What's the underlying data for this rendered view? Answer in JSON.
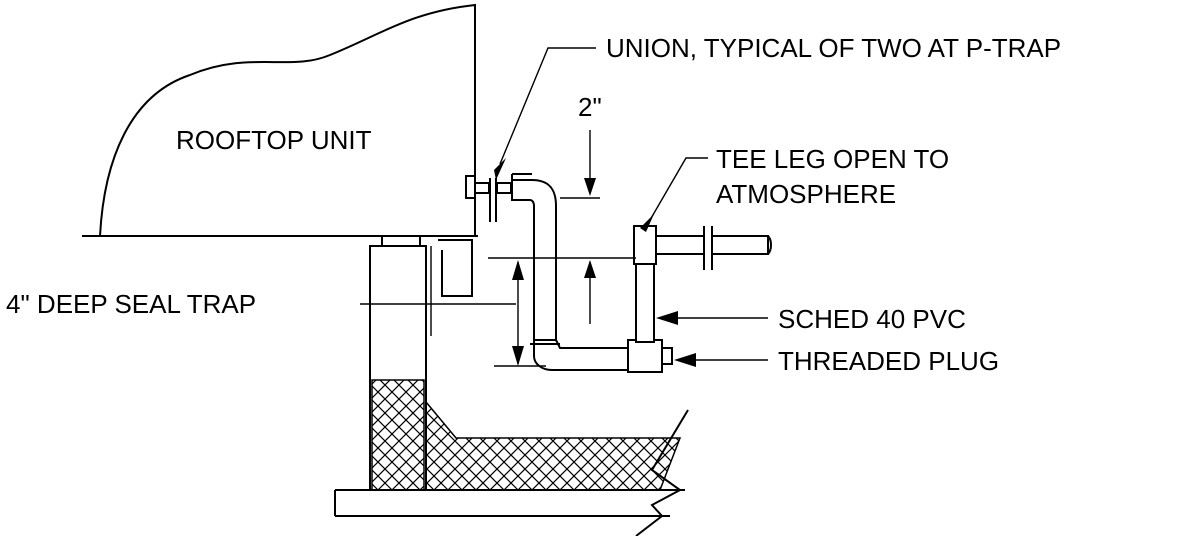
{
  "labels": {
    "rooftop_unit": "ROOFTOP UNIT",
    "union": "UNION, TYPICAL OF TWO AT P-TRAP",
    "dim_2in": "2\"",
    "tee_leg_line1": "TEE LEG OPEN TO",
    "tee_leg_line2": "ATMOSPHERE",
    "deep_seal": "4\" DEEP SEAL TRAP",
    "sched40": "SCHED 40 PVC",
    "plug": "THREADED PLUG"
  },
  "colors": {
    "line": "#000000",
    "background": "#ffffff"
  }
}
